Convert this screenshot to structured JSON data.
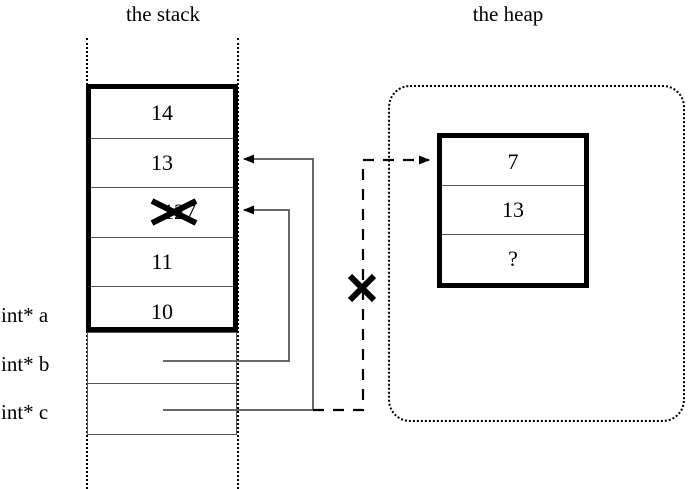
{
  "diagram": {
    "title_stack": "the stack",
    "title_heap": "the heap",
    "colors": {
      "ink": "#000000",
      "rule": "#555555",
      "background": "#ffffff"
    }
  },
  "stack": {
    "label": "the stack",
    "cells": [
      {
        "value": "14"
      },
      {
        "value": "13"
      },
      {
        "value": "12",
        "struck": true,
        "replacement": "7"
      },
      {
        "value": "11"
      },
      {
        "value": "10"
      }
    ],
    "variables": [
      {
        "name": "int* a",
        "slot": "a"
      },
      {
        "name": "int* b",
        "slot": "b"
      },
      {
        "name": "int* c",
        "slot": "c"
      }
    ]
  },
  "heap": {
    "label": "the heap",
    "cells": [
      {
        "value": "7"
      },
      {
        "value": "13"
      },
      {
        "value": "?"
      }
    ]
  },
  "annotations": {
    "struck_value": "12",
    "new_value": "7",
    "unknown_value": "?",
    "broken_pointer_marker": "x-cross",
    "strike_marker": "x-cross"
  }
}
